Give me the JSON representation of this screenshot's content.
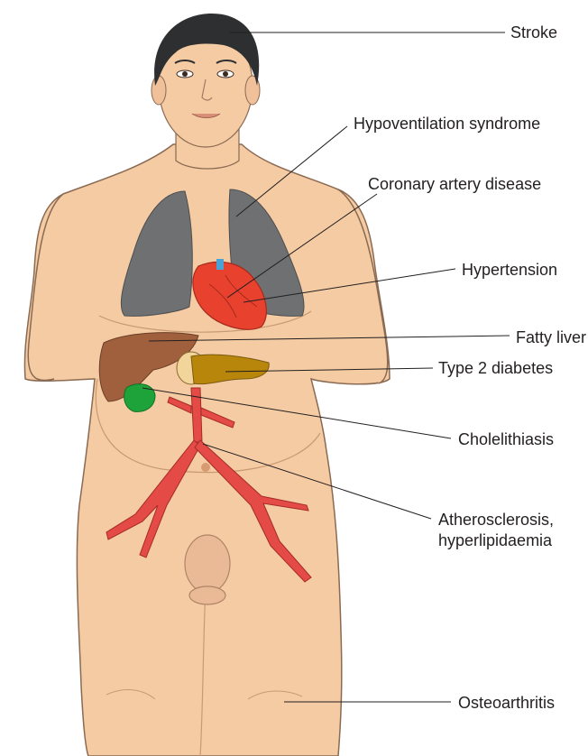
{
  "labels": {
    "stroke": "Stroke",
    "hypoventilation": "Hypoventilation syndrome",
    "coronary": "Coronary artery disease",
    "hypertension": "Hypertension",
    "fatty_liver": "Fatty liver",
    "diabetes": "Type 2 diabetes",
    "cholelithiasis": "Cholelithiasis",
    "atherosclerosis_1": "Atherosclerosis,",
    "atherosclerosis_2": "hyperlipidaemia",
    "osteoarthritis": "Osteoarthritis"
  },
  "colors": {
    "skin": "#f5cba3",
    "skin_outline": "#8a6a52",
    "hair": "#2e2f31",
    "lungs": "#6f7072",
    "heart": "#e8422e",
    "liver": "#a0603d",
    "gallbladder": "#1ea33a",
    "pancreas": "#b8860b",
    "artery": "#e44a46",
    "leader_line": "#231f20"
  }
}
